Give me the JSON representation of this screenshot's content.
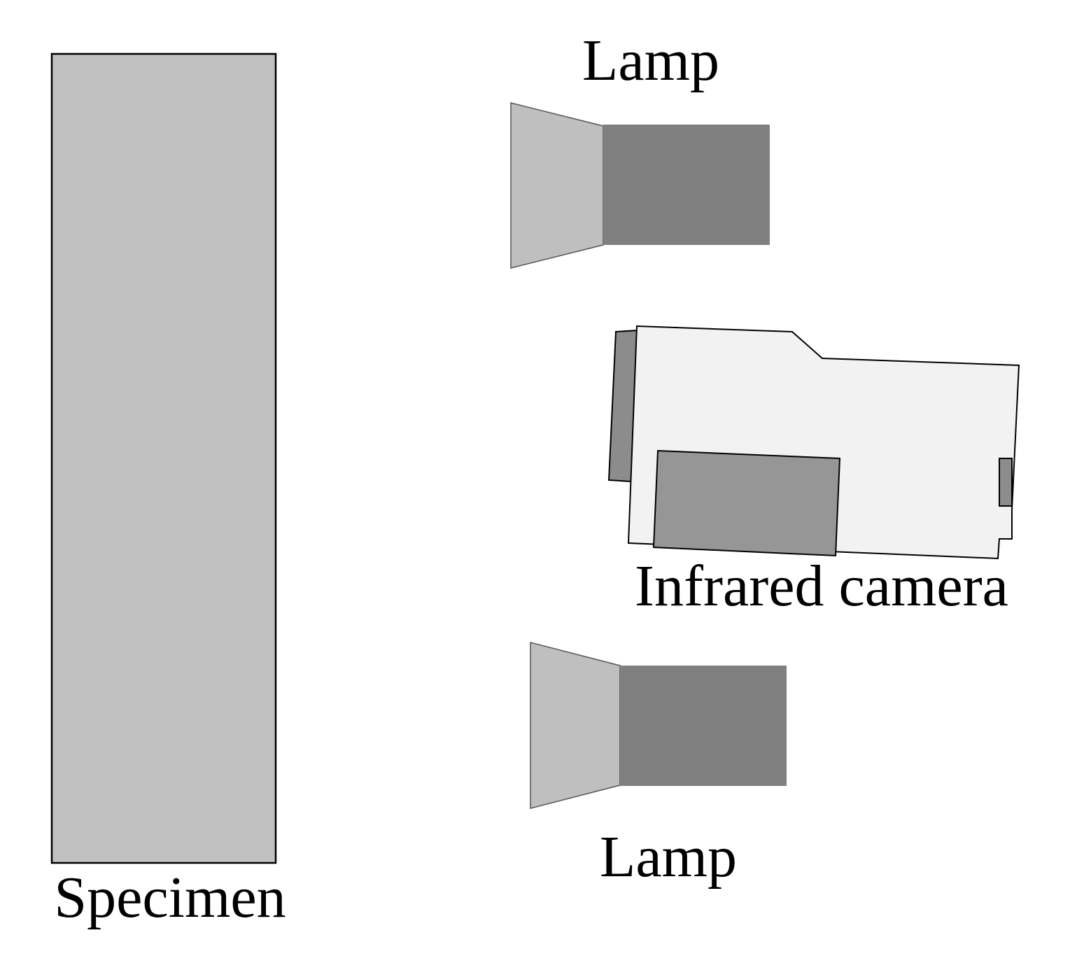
{
  "labels": {
    "lamp_top": "Lamp",
    "lamp_bottom": "Lamp",
    "camera": "Infrared camera",
    "specimen": "Specimen"
  },
  "colors": {
    "background": "#ffffff",
    "specimen_fill": "#c0c0c0",
    "lamp_head_fill": "#bfbfbf",
    "lamp_body_fill": "#808080",
    "camera_body_fill": "#f2f2f2",
    "camera_part_fill": "#969696",
    "outline": "#000000"
  }
}
